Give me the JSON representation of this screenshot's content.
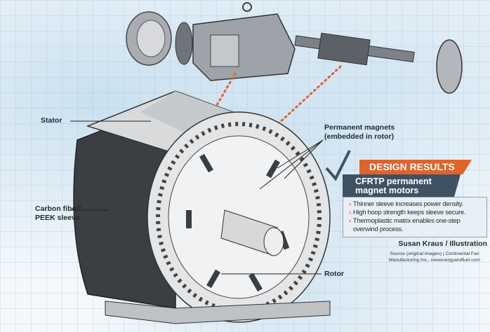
{
  "labels": {
    "stator": "Stator",
    "sleeve": "Carbon fiber/ PEEK sleeve",
    "magnets": "Permanent magnets (embedded in rotor)",
    "rotor": "Rotor"
  },
  "panel": {
    "banner": "DESIGN RESULTS",
    "subtitle": "CFRTP permanent magnet motors",
    "bullets": [
      "Thinner sleeve increases power density.",
      "High hoop strength keeps sleeve secure.",
      "Thermoplastic matrix enables one-step overwind process."
    ]
  },
  "credit": "Susan Kraus / Illustration",
  "source": "Source (original images) | Continental Fan Manufacturing Inc., newenergyandfuel.com",
  "colors": {
    "accent": "#e0632a",
    "slate": "#3f5264",
    "dots": "#e0632a"
  }
}
